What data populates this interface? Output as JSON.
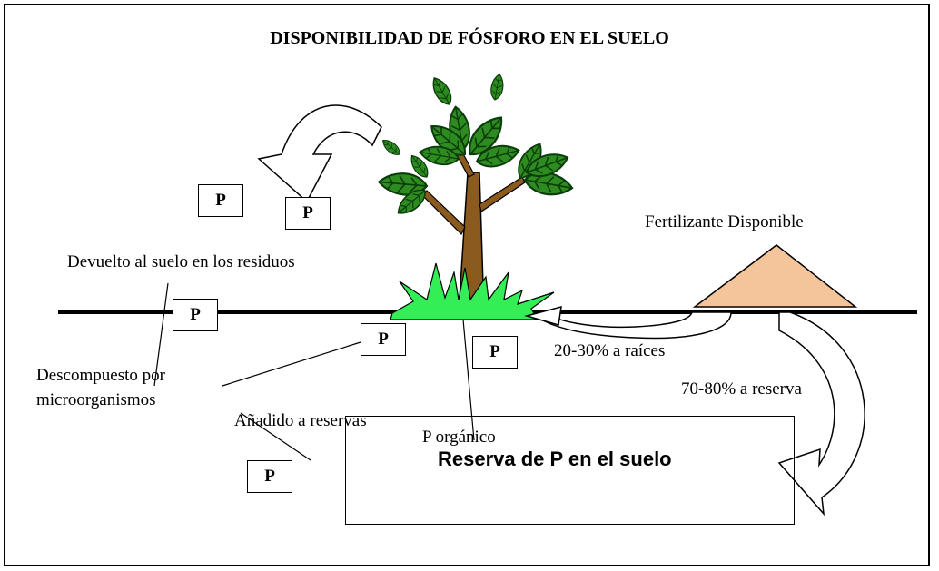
{
  "title": "DISPONIBILIDAD DE FÓSFORO EN EL SUELO",
  "labels": {
    "returned": "Devuelto al suelo en los residuos",
    "decomposed_1": "Descompuesto por",
    "decomposed_2": "microorganismos",
    "added": "Añadido a reservas",
    "organic_p": "P orgánico",
    "fertilizer": "Fertilizante Disponible",
    "to_roots": "20-30% a raíces",
    "to_reserve": "70-80% a reserva",
    "reserve": "Reserva de P en el suelo"
  },
  "p_symbol": "P",
  "colors": {
    "leaf": "#2e8b1f",
    "leaf_vein": "#0b3d0b",
    "trunk": "#8b5a1f",
    "grass": "#33ee55",
    "fertilizer": "#f4c49a"
  }
}
